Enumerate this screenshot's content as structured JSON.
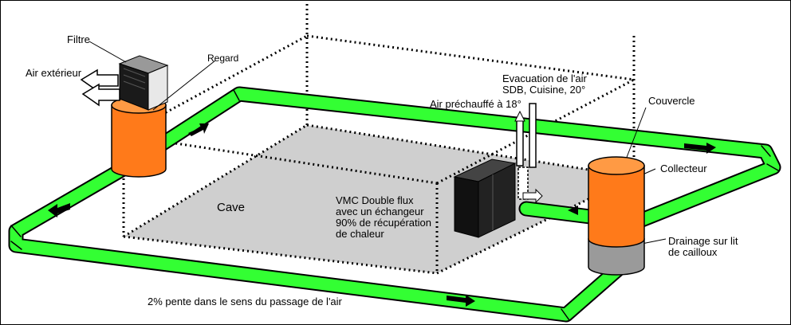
{
  "labels": {
    "filtre": "Filtre",
    "regard": "Regard",
    "air_exterieur": "Air extérieur",
    "cave": "Cave",
    "evacuation": "Evacuation de l'air\nSDB, Cuisine, 20°",
    "air_prechauffe": "Air préchauffé à 18°",
    "couvercle": "Couvercle",
    "collecteur": "Collecteur",
    "vmc": "VMC Double flux\navec un échangeur\n90% de récupération\nde chaleur",
    "drainage": "Drainage sur lit\nde cailloux",
    "pente": "2% pente dans le sens du passage de l'air"
  },
  "colors": {
    "pipe": "#33ff33",
    "pipe_outline": "#000000",
    "tank": "#ff7a1a",
    "floor": "#cfcfcf",
    "vmc_unit": "#111111",
    "gravel": "#9a9a9a"
  }
}
